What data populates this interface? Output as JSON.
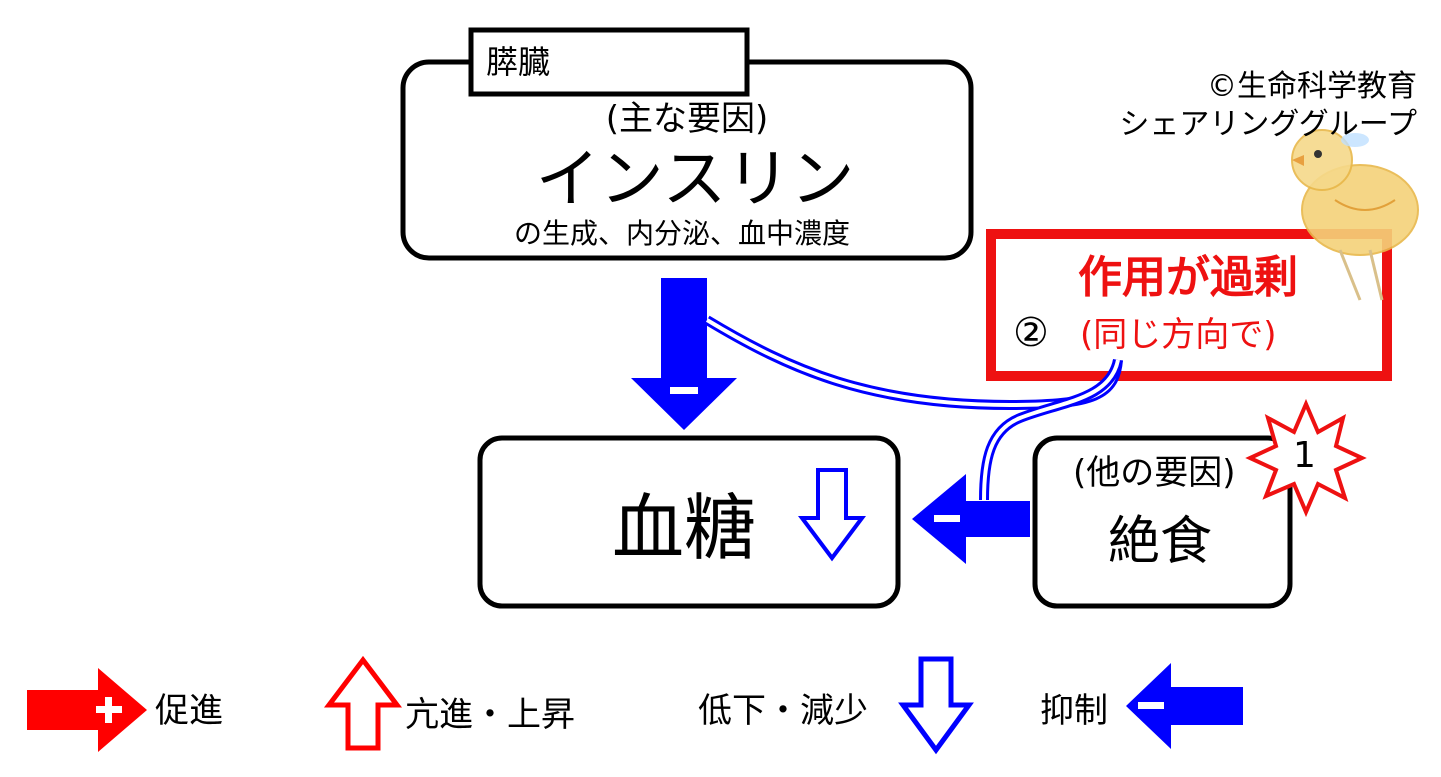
{
  "pancreas": {
    "label": "膵臓",
    "main_factor": "(主な要因)",
    "hormone": "インスリン",
    "detail": "の生成、内分泌、血中濃度"
  },
  "blood_sugar": {
    "label": "血糖"
  },
  "other_factor": {
    "heading": "(他の要因)",
    "label": "絶食",
    "badge_number": "1"
  },
  "callout": {
    "title": "作用が過剰",
    "number": "②",
    "subtitle": "(同じ方向で)"
  },
  "copyright": {
    "line1": "©生命科学教育",
    "line2": "シェアリンググループ"
  },
  "legend": {
    "promote": "促進",
    "increase": "亢進・上昇",
    "decrease": "低下・減少",
    "inhibit": "抑制"
  },
  "colors": {
    "inhibit_blue": "#0000ff",
    "promote_red": "#ff0000",
    "callout_red": "#ee1111"
  },
  "icons": {
    "mascot": "chick-doodle-icon",
    "badge": "starburst-icon"
  }
}
